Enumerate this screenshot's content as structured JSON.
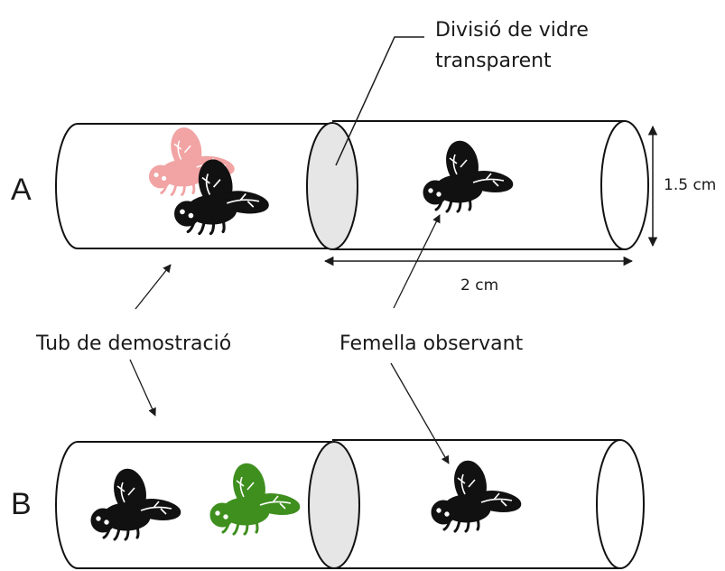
{
  "rows": {
    "a": {
      "label": "A"
    },
    "b": {
      "label": "B"
    }
  },
  "annotations": {
    "partition_line1": "Divisió de vidre",
    "partition_line2": "transparent",
    "demo_tube": "Tub de demostració",
    "observer_female": "Femella observant"
  },
  "dimensions": {
    "diameter": "1.5 cm",
    "length": "2 cm"
  },
  "colors": {
    "fly_black": "#111111",
    "fly_pink": "#f2a3a3",
    "fly_green": "#3f8f1f",
    "partition_fill": "#e6e6e6"
  }
}
